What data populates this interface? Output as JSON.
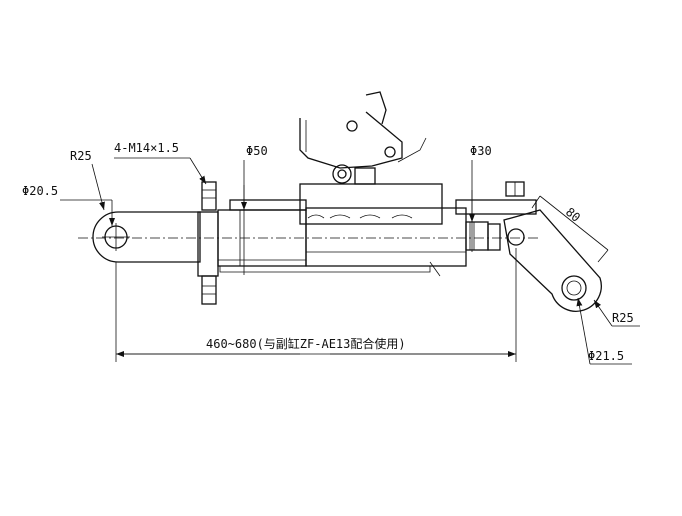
{
  "labels": {
    "r25_left": "R25",
    "dia_left_eye": "Φ20.5",
    "bolt_thread": "4-M14×1.5",
    "dia_cylinder": "Φ50",
    "dia_rod": "Φ30",
    "length_80": "80",
    "r25_right": "R25",
    "dia_right_eye": "Φ21.5",
    "stroke_range": "460~680(与副缸ZF-AE13配合使用)"
  }
}
